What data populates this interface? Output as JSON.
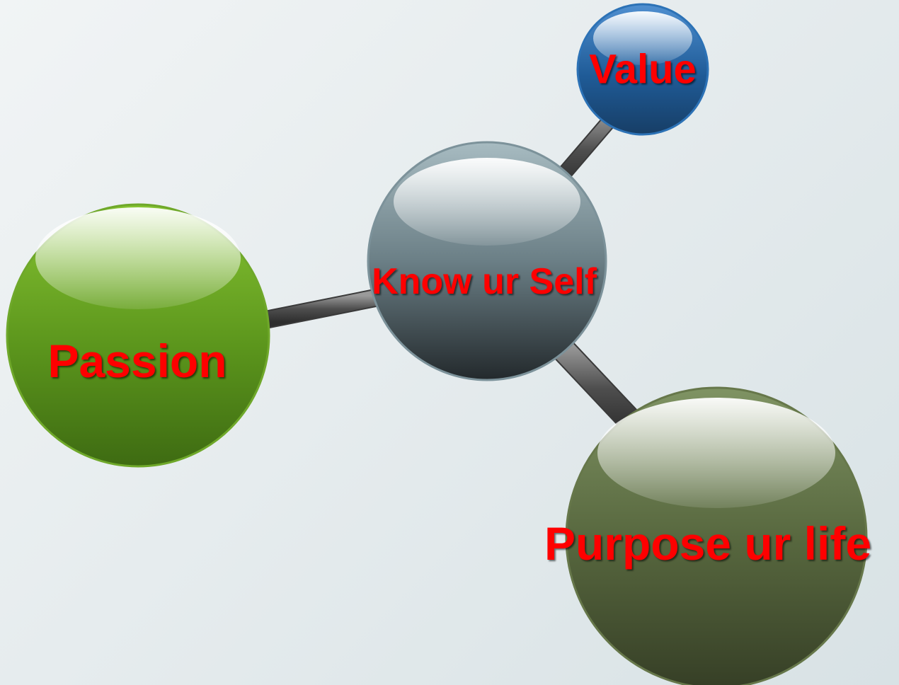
{
  "diagram": {
    "nodes": [
      {
        "id": "value",
        "label": "Value"
      },
      {
        "id": "self",
        "label": "Know ur Self"
      },
      {
        "id": "passion",
        "label": "Passion"
      },
      {
        "id": "purpose",
        "label": "Purpose ur life"
      }
    ],
    "edges": [
      {
        "from": "self",
        "to": "value"
      },
      {
        "from": "self",
        "to": "passion"
      },
      {
        "from": "self",
        "to": "purpose"
      }
    ]
  },
  "colors": {
    "label_text": "#ff0000",
    "value_ball": "#1e5a96",
    "self_ball": "#6e8289",
    "passion_ball": "#5f9a1e",
    "purpose_ball": "#56663f",
    "connector": "#5a5a5a"
  }
}
